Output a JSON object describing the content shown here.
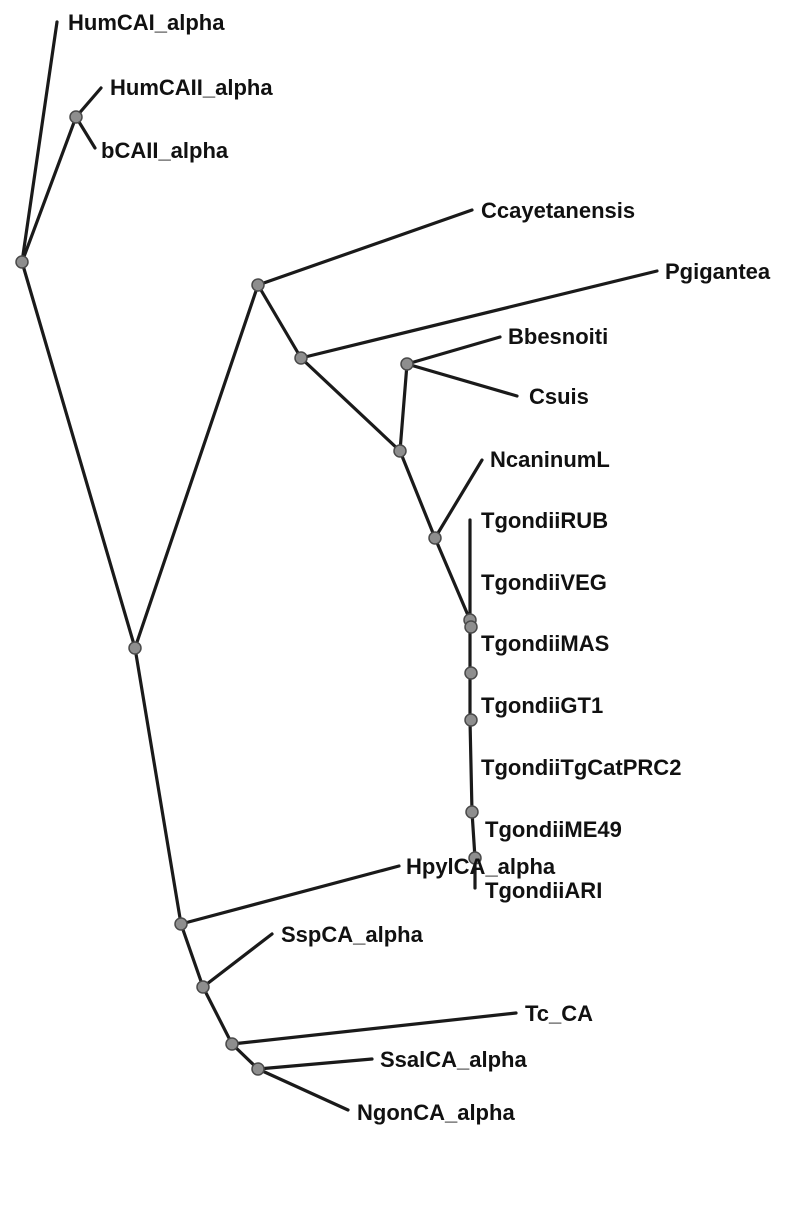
{
  "tree": {
    "leaves": [
      {
        "id": "humcai",
        "label": "HumCAI_alpha"
      },
      {
        "id": "humcaii",
        "label": "HumCAII_alpha"
      },
      {
        "id": "bcaii",
        "label": "bCAII_alpha"
      },
      {
        "id": "ccay",
        "label": "Ccayetanensis"
      },
      {
        "id": "pgig",
        "label": "Pgigantea"
      },
      {
        "id": "bbes",
        "label": "Bbesnoiti"
      },
      {
        "id": "csuis",
        "label": "Csuis"
      },
      {
        "id": "ncan",
        "label": "NcaninumL"
      },
      {
        "id": "trub",
        "label": "TgondiiRUB"
      },
      {
        "id": "tveg",
        "label": "TgondiiVEG"
      },
      {
        "id": "tmas",
        "label": "TgondiiMAS"
      },
      {
        "id": "tgt1",
        "label": "TgondiiGT1"
      },
      {
        "id": "tprc",
        "label": "TgondiiTgCatPRC2"
      },
      {
        "id": "tme49",
        "label": "TgondiiME49"
      },
      {
        "id": "tari",
        "label": "TgondiiARI"
      },
      {
        "id": "hpyl",
        "label": "HpylCA_alpha"
      },
      {
        "id": "ssp",
        "label": "SspCA_alpha"
      },
      {
        "id": "tcca",
        "label": "Tc_CA"
      },
      {
        "id": "ssal",
        "label": "SsalCA_alpha"
      },
      {
        "id": "ngon",
        "label": "NgonCA_alpha"
      }
    ]
  }
}
